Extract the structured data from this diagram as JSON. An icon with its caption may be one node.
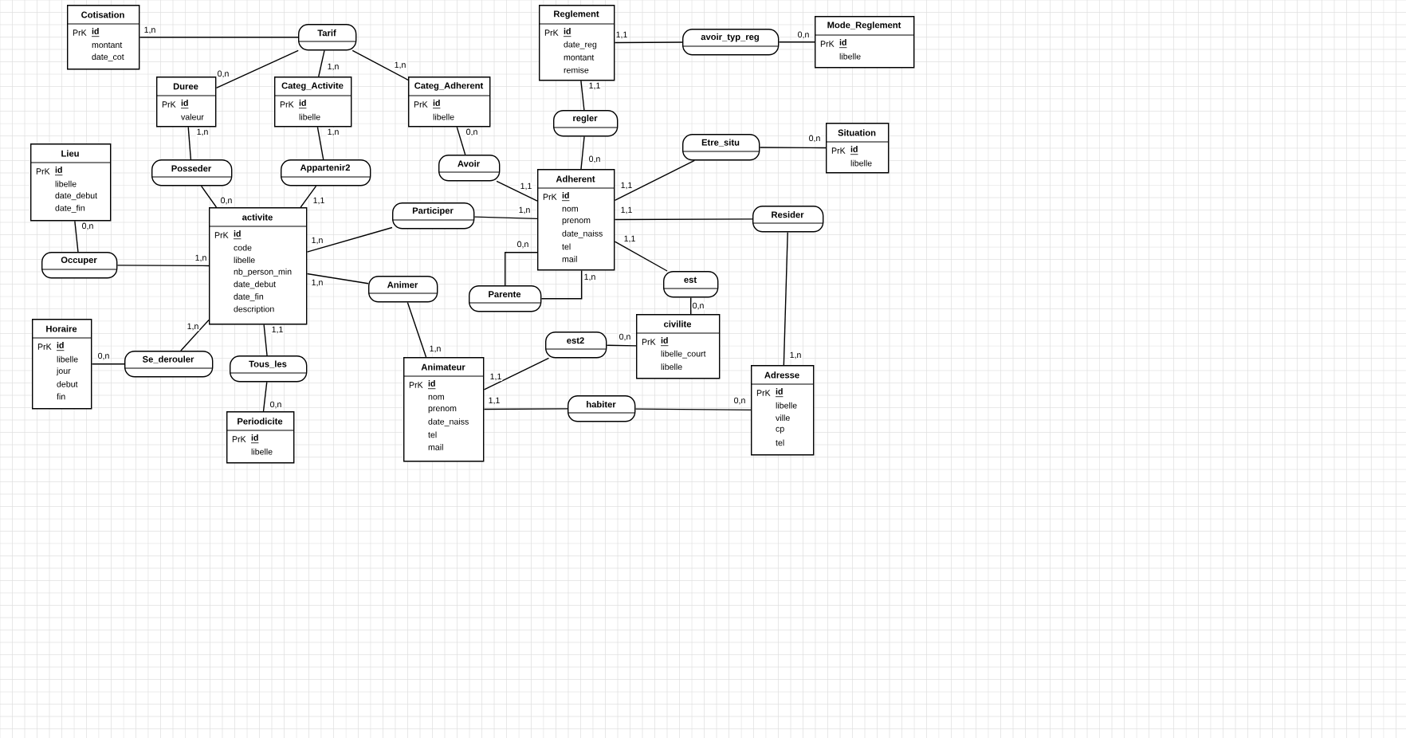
{
  "diagram": {
    "nodes": [
      {
        "text": [
          "Cotisation",
          "PrK",
          "id",
          "montant",
          "date_cot"
        ]
      },
      {
        "text": [
          "Tarif"
        ]
      },
      {
        "text": [
          "Reglement",
          "PrK",
          "id",
          "date_reg",
          "montant",
          "remise"
        ]
      },
      {
        "text": [
          "avoir_typ_reg"
        ]
      },
      {
        "text": [
          "Mode_Reglement",
          "PrK",
          "id",
          "libelle"
        ]
      },
      {
        "text": [
          "Duree",
          "PrK",
          "id",
          "valeur"
        ]
      },
      {
        "text": [
          "Categ_Activite",
          "PrK",
          "id",
          "libelle"
        ]
      },
      {
        "text": [
          "Categ_Adherent",
          "PrK",
          "id",
          "libelle"
        ]
      },
      {
        "text": [
          "regler"
        ]
      },
      {
        "text": [
          "Situation",
          "PrK",
          "id",
          "libelle"
        ]
      },
      {
        "text": [
          "Etre_situ"
        ]
      },
      {
        "text": [
          "Lieu",
          "PrK",
          "id",
          "libelle",
          "date_debut",
          "date_fin"
        ]
      },
      {
        "text": [
          "Posseder"
        ]
      },
      {
        "text": [
          "Appartenir2"
        ]
      },
      {
        "text": [
          "Avoir"
        ]
      },
      {
        "text": [
          "Adherent",
          "PrK",
          "id",
          "nom",
          "prenom",
          "date_naiss",
          "tel",
          "mail"
        ]
      },
      {
        "text": [
          "Participer"
        ]
      },
      {
        "text": [
          "Resider"
        ]
      },
      {
        "text": [
          "activite",
          "PrK",
          "id",
          "code",
          "libelle",
          "nb_person_min",
          "date_debut",
          "date_fin",
          "description"
        ]
      },
      {
        "text": [
          "Occuper"
        ]
      },
      {
        "text": [
          "est"
        ]
      },
      {
        "text": [
          "Animer"
        ]
      },
      {
        "text": [
          "Parente"
        ]
      },
      {
        "text": [
          "civilite",
          "PrK",
          "id",
          "libelle_court",
          "libelle"
        ]
      },
      {
        "text": [
          "Horaire",
          "PrK",
          "id",
          "libelle",
          "jour",
          "debut",
          "fin"
        ]
      },
      {
        "text": [
          "est2"
        ]
      },
      {
        "text": [
          "Se_derouler"
        ]
      },
      {
        "text": [
          "Tous_les"
        ]
      },
      {
        "text": [
          "Animateur",
          "PrK",
          "id",
          "nom",
          "prenom",
          "date_naiss",
          "tel",
          "mail"
        ]
      },
      {
        "text": [
          "Adresse",
          "PrK",
          "id",
          "libelle",
          "ville",
          "cp",
          "tel"
        ]
      },
      {
        "text": [
          "habiter"
        ]
      },
      {
        "text": [
          "Periodicite",
          "PrK",
          "id",
          "libelle"
        ]
      }
    ],
    "edges": [
      {
        "from": 0,
        "to": 1,
        "arrow": "none",
        "label": "1,n"
      },
      {
        "from": 5,
        "to": 1,
        "arrow": "none",
        "label": "0,n"
      },
      {
        "from": 6,
        "to": 1,
        "arrow": "none",
        "label": "1,n"
      },
      {
        "from": 7,
        "to": 1,
        "arrow": "none",
        "label": "1,n"
      },
      {
        "from": 2,
        "to": 3,
        "arrow": "none",
        "label": "1,1"
      },
      {
        "from": 4,
        "to": 3,
        "arrow": "none",
        "label": "0,n"
      },
      {
        "from": 2,
        "to": 8,
        "arrow": "none",
        "label": "1,1"
      },
      {
        "from": 15,
        "to": 8,
        "arrow": "none",
        "label": "0,n"
      },
      {
        "from": 5,
        "to": 12,
        "arrow": "none",
        "label": "1,n"
      },
      {
        "from": 18,
        "to": 12,
        "arrow": "none",
        "label": "0,n"
      },
      {
        "from": 6,
        "to": 13,
        "arrow": "none",
        "label": "1,n"
      },
      {
        "from": 18,
        "to": 13,
        "arrow": "none",
        "label": "1,1"
      },
      {
        "from": 7,
        "to": 14,
        "arrow": "none",
        "label": "0,n"
      },
      {
        "from": 15,
        "to": 14,
        "arrow": "none",
        "label": "1,1"
      },
      {
        "from": 9,
        "to": 10,
        "arrow": "none",
        "label": "0,n"
      },
      {
        "from": 15,
        "to": 10,
        "arrow": "none",
        "label": "1,1"
      },
      {
        "from": 18,
        "to": 16,
        "arrow": "none",
        "label": "1,n"
      },
      {
        "from": 15,
        "to": 16,
        "arrow": "none",
        "label": "1,n"
      },
      {
        "from": 15,
        "to": 17,
        "arrow": "none",
        "label": "1,1"
      },
      {
        "from": 29,
        "to": 17,
        "arrow": "none",
        "label": "1,n"
      },
      {
        "from": 11,
        "to": 19,
        "arrow": "none",
        "label": "0,n"
      },
      {
        "from": 18,
        "to": 19,
        "arrow": "none",
        "label": "1,n"
      },
      {
        "from": 18,
        "to": 21,
        "arrow": "none",
        "label": "1,n"
      },
      {
        "from": 28,
        "to": 21,
        "arrow": "none",
        "label": "1,n"
      },
      {
        "from": 15,
        "to": 22,
        "arrow": "none",
        "label": "0,n"
      },
      {
        "from": 15,
        "to": 22,
        "arrow": "none",
        "label": "1,n"
      },
      {
        "from": 15,
        "to": 20,
        "arrow": "none",
        "label": "1,1"
      },
      {
        "from": 23,
        "to": 20,
        "arrow": "none",
        "label": "0,n"
      },
      {
        "from": 23,
        "to": 25,
        "arrow": "none",
        "label": "0,n"
      },
      {
        "from": 28,
        "to": 25,
        "arrow": "none",
        "label": "1,1"
      },
      {
        "from": 28,
        "to": 30,
        "arrow": "none",
        "label": "1,1"
      },
      {
        "from": 29,
        "to": 30,
        "arrow": "none",
        "label": "0,n"
      },
      {
        "from": 18,
        "to": 26,
        "arrow": "none",
        "label": "1,n"
      },
      {
        "from": 24,
        "to": 26,
        "arrow": "none",
        "label": "0,n"
      },
      {
        "from": 18,
        "to": 27,
        "arrow": "none",
        "label": "1,1"
      },
      {
        "from": 31,
        "to": 27,
        "arrow": "none",
        "label": "0,n"
      }
    ]
  }
}
